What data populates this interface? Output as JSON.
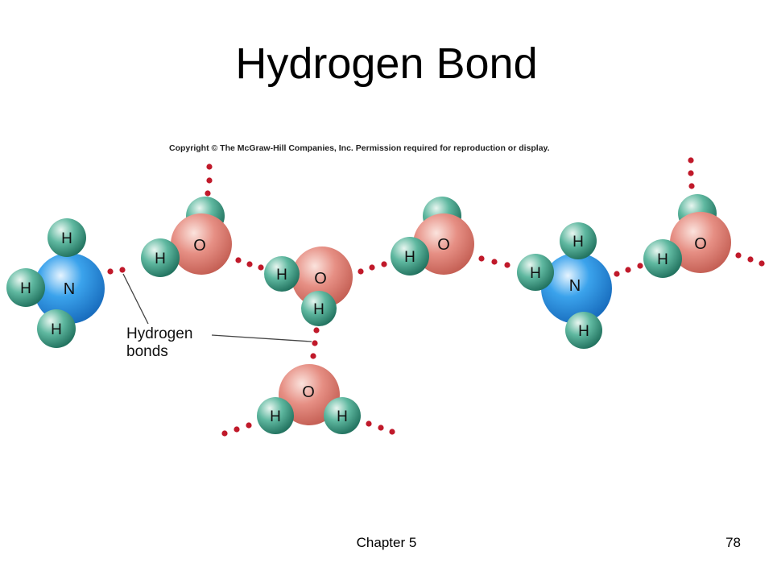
{
  "slide": {
    "title": "Hydrogen Bond",
    "copyright": "Copyright © The McGraw-Hill Companies, Inc. Permission required for reproduction or display.",
    "footer_chapter": "Chapter 5",
    "page_number": "78"
  },
  "diagram": {
    "callout_label_line1": "Hydrogen",
    "callout_label_line2": "bonds",
    "atom_labels": {
      "hydrogen": "H",
      "oxygen": "O",
      "nitrogen": "N"
    },
    "colors": {
      "hydrogen": "#3f9e86",
      "oxygen": "#e0847a",
      "nitrogen": "#2f95e0",
      "bond_dot": "#c0192a"
    }
  }
}
